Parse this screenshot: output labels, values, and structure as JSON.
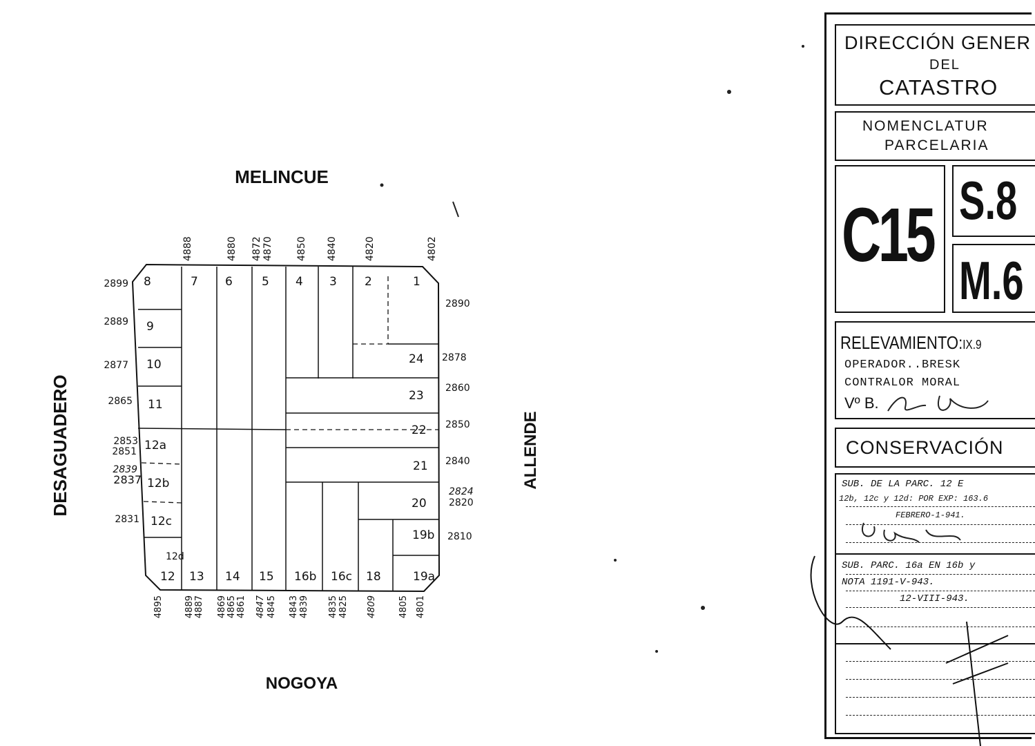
{
  "streets": {
    "north": "MELINCUE",
    "south": "NOGOYA",
    "west": "DESAGUADERO",
    "east": "ALLENDE"
  },
  "house_numbers": {
    "top": [
      "4888",
      "4880",
      "4872",
      "4870",
      "4850",
      "4840",
      "4820",
      "4802"
    ],
    "left": [
      "2899",
      "2889",
      "2877",
      "2865",
      "2853",
      "2851",
      "2839",
      "2837",
      "2831"
    ],
    "right": [
      "2890",
      "2878",
      "2860",
      "2850",
      "2840",
      "2824",
      "2820",
      "2810"
    ],
    "bottom": [
      "4895",
      "4889",
      "4887",
      "4869",
      "4865",
      "4861",
      "4847",
      "4845",
      "4843",
      "4839",
      "4835",
      "4825",
      "4809",
      "4805",
      "4801"
    ]
  },
  "parcels": [
    "8",
    "7",
    "6",
    "5",
    "4",
    "3",
    "2",
    "1",
    "9",
    "10",
    "11",
    "12a",
    "12b",
    "12c",
    "12d",
    "12",
    "13",
    "14",
    "15",
    "16b",
    "16c",
    "18",
    "19a",
    "19b",
    "20",
    "21",
    "22",
    "23",
    "24"
  ],
  "card": {
    "header_line1": "DIRECCIÓN GENER",
    "header_line2": "DEL",
    "header_line3": "CATASTRO",
    "nomen_line1": "NOMENCLATUR",
    "nomen_line2": "PARCELARIA",
    "circ": "C15",
    "seccion": "S.8",
    "manzana": "M.6",
    "relevamiento_label": "RELEVAMIENTO:",
    "relevamiento_value": "IX.9",
    "operador_label": "OPERADOR",
    "operador_value": "BRESK",
    "contralor_label": "CONTRALOR",
    "contralor_value": "MORAL",
    "vb_label": "Vº B.",
    "conservacion": "CONSERVACIÓN",
    "note1_line1": "SUB. DE LA  PARC. 12 E",
    "note1_line2": "12b, 12c y 12d: POR EXP: 163.6",
    "note1_line3": "FEBRERO-1-941.",
    "note2_line1": "SUB. PARC. 16a EN 16b y",
    "note2_line2": "NOTA 1191-V-943.",
    "note2_line3": "12-VIII-943."
  }
}
